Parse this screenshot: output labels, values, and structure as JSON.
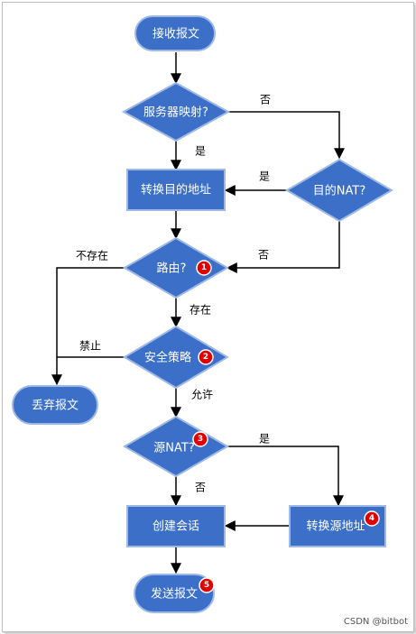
{
  "nodes": {
    "receive": "接收报文",
    "server_map": "服务器映射?",
    "convert_dst": "转换目的地址",
    "dst_nat": "目的NAT?",
    "route": "路由?",
    "security_policy": "安全策略",
    "drop": "丢弃报文",
    "src_nat": "源NAT?",
    "create_session": "创建会话",
    "convert_src": "转换源地址",
    "send": "发送报文"
  },
  "edge_labels": {
    "no_1": "否",
    "yes_1": "是",
    "yes_2": "是",
    "no_2": "否",
    "not_exist": "不存在",
    "exist": "存在",
    "deny": "禁止",
    "permit": "允许",
    "yes_3": "是",
    "no_3": "否"
  },
  "badges": {
    "b1": "1",
    "b2": "2",
    "b3": "3",
    "b4": "4",
    "b5": "5"
  },
  "watermark": "CSDN @bitbot",
  "colors": {
    "node_fill": "#3b6fc8",
    "node_stroke": "#9fb9e6",
    "badge": "#e00000"
  }
}
